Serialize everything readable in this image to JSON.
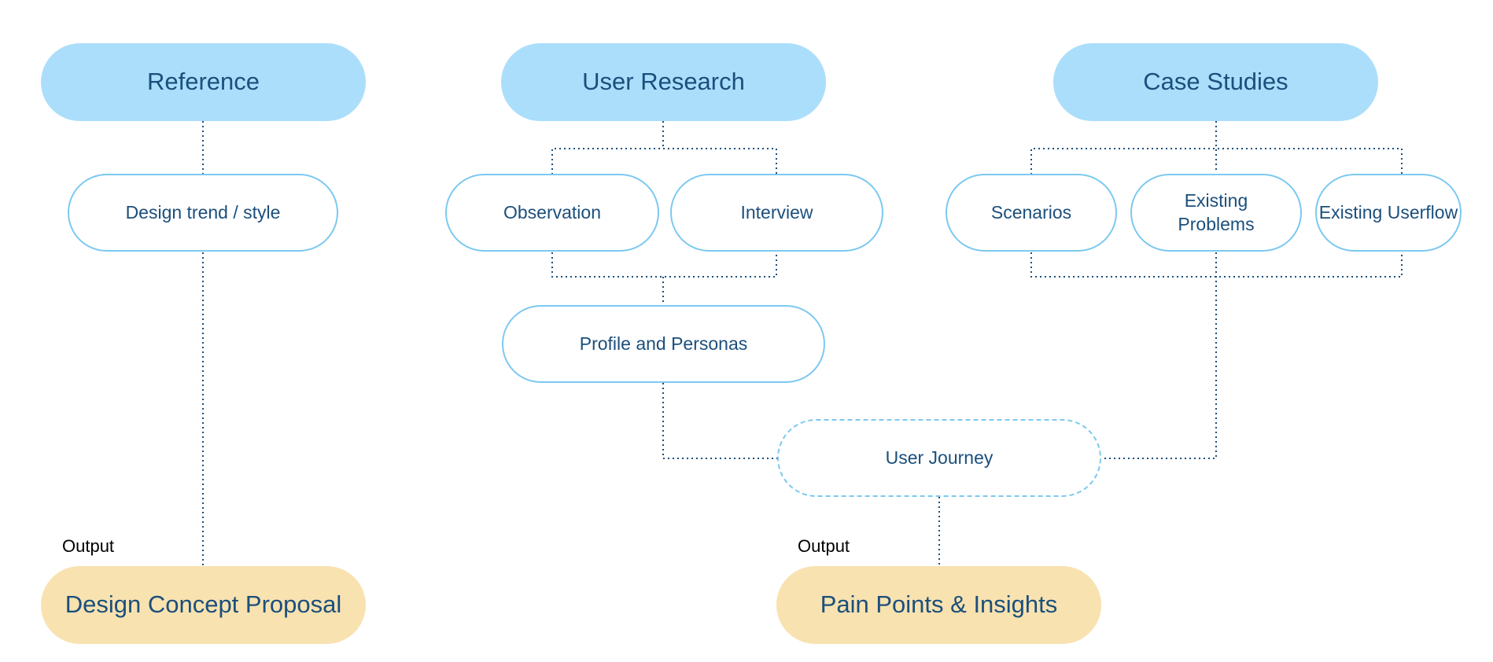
{
  "headers": {
    "reference": "Reference",
    "user_research": "User Research",
    "case_studies": "Case Studies"
  },
  "nodes": {
    "design_trend": "Design trend / style",
    "observation": "Observation",
    "interview": "Interview",
    "profile_personas": "Profile and Personas",
    "scenarios": "Scenarios",
    "existing_problems": "Existing Problems",
    "existing_userflow": "Existing Userflow",
    "user_journey": "User Journey"
  },
  "outputs": {
    "label_left": "Output",
    "label_right": "Output",
    "design_concept": "Design Concept Proposal",
    "pain_points": "Pain Points & Insights"
  },
  "colors": {
    "header_fill": "#abdefb",
    "output_fill": "#f8e2b0",
    "node_border": "#7cc9f0",
    "text": "#1b4f7c",
    "connector": "#1b4f7c"
  }
}
